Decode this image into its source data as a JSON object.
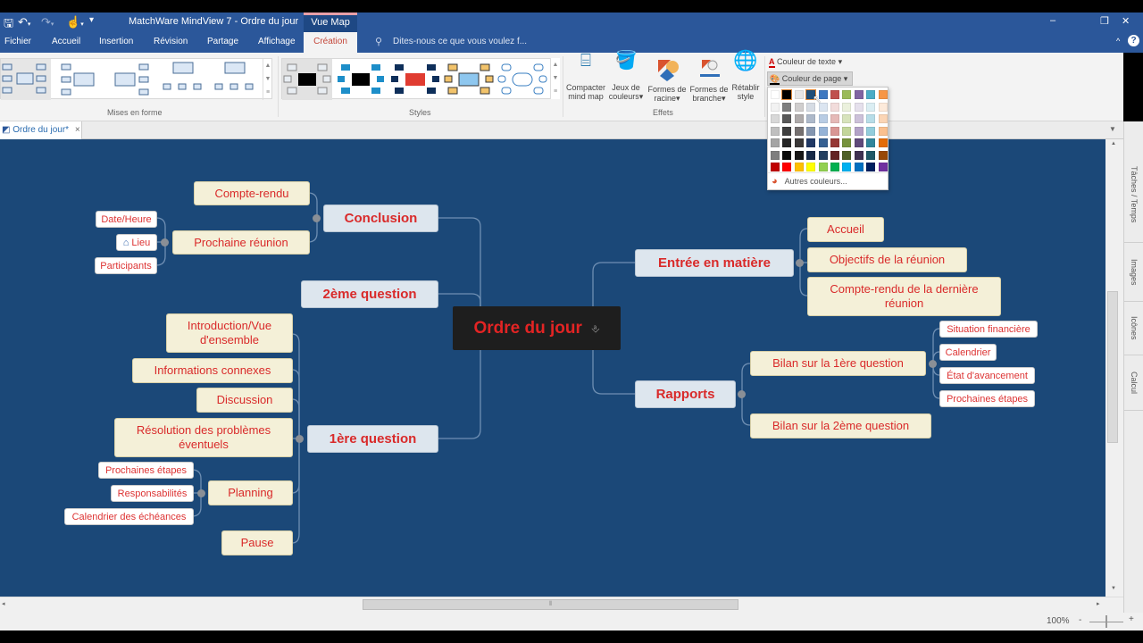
{
  "window": {
    "title": "MatchWare MindView 7 - Ordre du jour",
    "context_tab": "Vue Map",
    "controls": {
      "minimize": "–",
      "restore": "❐",
      "close": "✕"
    }
  },
  "quick_access": {
    "save": "save-icon",
    "undo": "undo-icon",
    "redo": "redo-icon",
    "touch": "touch-mode-icon",
    "customize": "customize-icon"
  },
  "ribbon_tabs": [
    {
      "label": "Fichier"
    },
    {
      "label": "Accueil"
    },
    {
      "label": "Insertion"
    },
    {
      "label": "Révision"
    },
    {
      "label": "Partage"
    },
    {
      "label": "Affichage"
    },
    {
      "label": "Création",
      "active": true
    }
  ],
  "tell_me": {
    "placeholder": "Dites-nous ce que vous voulez f..."
  },
  "ribbon": {
    "groups": {
      "layouts": {
        "label": "Mises en forme"
      },
      "styles": {
        "label": "Styles"
      },
      "effects": {
        "label": "Effets"
      }
    },
    "buttons": {
      "compact": {
        "line1": "Compacter",
        "line2": "mind map"
      },
      "color_sets": {
        "line1": "Jeux de",
        "line2": "couleurs▾"
      },
      "root_shapes": {
        "line1": "Formes de",
        "line2": "racine▾"
      },
      "branch_shapes": {
        "line1": "Formes de",
        "line2": "branche▾"
      },
      "reset_style": {
        "line1": "Rétablir",
        "line2": "style"
      },
      "text_color": "Couleur de texte",
      "page_color": "Couleur de page"
    }
  },
  "color_picker": {
    "more_colors": "Autres couleurs...",
    "selected": "#1f4e79",
    "rows": [
      [
        "#ffffff",
        "#000000",
        "#e7e6e6",
        "#1f4e79",
        "#3d78c1",
        "#c0504d",
        "#9bbb59",
        "#8064a2",
        "#4bacc6",
        "#f79646"
      ],
      [
        "#f2f2f2",
        "#7f7f7f",
        "#d0cece",
        "#d6dce4",
        "#dbe5f1",
        "#f2dcdb",
        "#ebf1dd",
        "#e5e0ec",
        "#dbeef3",
        "#fdeada"
      ],
      [
        "#d8d8d8",
        "#595959",
        "#aeaaaa",
        "#adb9ca",
        "#b8cce4",
        "#e5b9b7",
        "#d7e3bc",
        "#ccc1d9",
        "#b7dde8",
        "#fbd5b5"
      ],
      [
        "#bfbfbf",
        "#3f3f3f",
        "#757070",
        "#8496b0",
        "#95b3d7",
        "#d99694",
        "#c3d69b",
        "#b2a2c7",
        "#92cddc",
        "#fac08f"
      ],
      [
        "#a5a5a5",
        "#262626",
        "#3a3838",
        "#203864",
        "#366092",
        "#953734",
        "#76923c",
        "#5f497a",
        "#31859b",
        "#e36c09"
      ],
      [
        "#7f7f7f",
        "#0c0c0c",
        "#171616",
        "#172a48",
        "#244061",
        "#632423",
        "#4f6128",
        "#3f3151",
        "#205867",
        "#974806"
      ],
      [
        "#c00000",
        "#ff0000",
        "#ffc000",
        "#ffff00",
        "#92d050",
        "#00b050",
        "#00b0f0",
        "#0070c0",
        "#002060",
        "#7030a0"
      ]
    ]
  },
  "document_tab": {
    "label": "Ordre du jour*",
    "close": "×"
  },
  "side_panels": [
    {
      "label": "Tâches / Temps"
    },
    {
      "label": "Images"
    },
    {
      "label": "Icônes"
    },
    {
      "label": "Calcul"
    }
  ],
  "mindmap": {
    "root": "Ordre du jour",
    "canvas_color": "#1b4878",
    "text_color": "#d92a2a",
    "left": {
      "conclusion": {
        "label": "Conclusion",
        "children": {
          "compte_rendu": "Compte-rendu",
          "prochaine_reunion": {
            "label": "Prochaine réunion",
            "children": [
              "Date/Heure",
              "Lieu",
              "Participants"
            ]
          }
        }
      },
      "q2": {
        "label": "2ème question"
      },
      "q1": {
        "label": "1ère question",
        "children": {
          "intro": "Introduction/Vue d'ensemble",
          "infos": "Informations connexes",
          "discussion": "Discussion",
          "resolution": "Résolution des problèmes éventuels",
          "planning": {
            "label": "Planning",
            "children": [
              "Prochaines étapes",
              "Responsabilités",
              "Calendrier des échéances"
            ]
          },
          "pause": "Pause"
        }
      }
    },
    "right": {
      "entree": {
        "label": "Entrée en matière",
        "children": [
          "Accueil",
          "Objectifs de la réunion",
          "Compte-rendu de la dernière réunion"
        ]
      },
      "rapports": {
        "label": "Rapports",
        "children": {
          "bilan1": {
            "label": "Bilan sur la 1ère question",
            "children": [
              "Situation financière",
              "Calendrier",
              "État d'avancement",
              "Prochaines étapes"
            ]
          },
          "bilan2": {
            "label": "Bilan sur la 2ème question"
          }
        }
      }
    }
  },
  "status": {
    "zoom": "100%",
    "zoom_minus": "-",
    "zoom_plus": "+"
  }
}
